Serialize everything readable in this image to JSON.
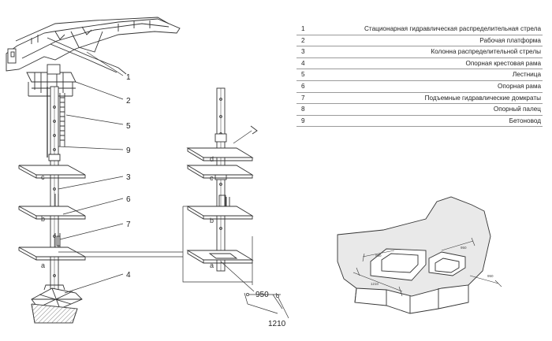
{
  "legend": [
    {
      "num": "1",
      "text": "Стационарная гидравлическая распределительная стрела"
    },
    {
      "num": "2",
      "text": "Рабочая платформа"
    },
    {
      "num": "3",
      "text": "Колонна распределительной стрелы"
    },
    {
      "num": "4",
      "text": "Опорная крестовая рама"
    },
    {
      "num": "5",
      "text": "Лестница"
    },
    {
      "num": "6",
      "text": "Опорная рама"
    },
    {
      "num": "7",
      "text": "Подъемные гидравлические домкраты"
    },
    {
      "num": "8",
      "text": "Опорный палец"
    },
    {
      "num": "9",
      "text": "Бетоновод"
    }
  ],
  "callouts": [
    "1",
    "2",
    "5",
    "9",
    "3",
    "6",
    "7",
    "4"
  ],
  "left_levels": [
    "c",
    "b",
    "a"
  ],
  "right_levels": [
    "d",
    "c",
    "b",
    "a"
  ],
  "dimensions": {
    "hole_width": "950",
    "hole_length": "1210"
  },
  "detail_dimensions": {
    "inner_a": "950",
    "inner_b": "1210",
    "outer_a": "950",
    "outer_b": "950"
  },
  "colors": {
    "line": "#333333",
    "fill": "#ffffff",
    "shade": "#e9e9e9",
    "rule": "#9a9a9a"
  }
}
